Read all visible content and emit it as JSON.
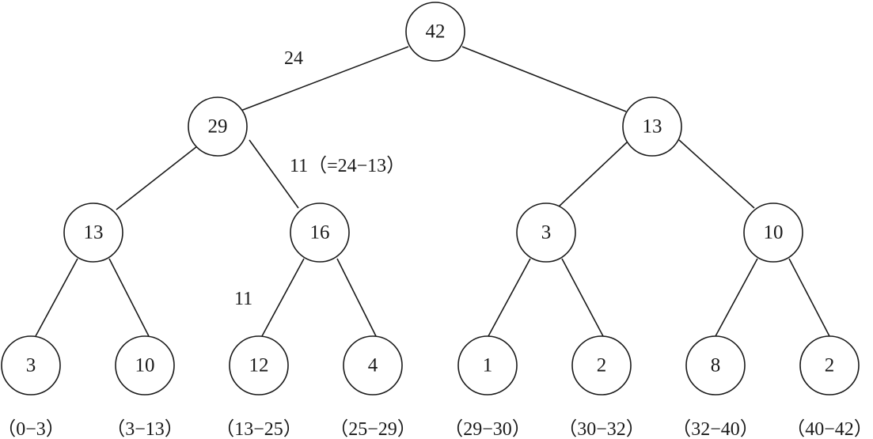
{
  "nodes": {
    "root": "42",
    "l1_left": "29",
    "l1_right": "13",
    "l2_a": "13",
    "l2_b": "16",
    "l2_c": "3",
    "l2_d": "10",
    "leaf_1": "3",
    "leaf_2": "10",
    "leaf_3": "12",
    "leaf_4": "4",
    "leaf_5": "1",
    "leaf_6": "2",
    "leaf_7": "8",
    "leaf_8": "2"
  },
  "annotations": {
    "root_left_edge": "24",
    "left_right_edge": "11（=24−13）",
    "sixteen_left_edge": "11"
  },
  "ranges": [
    "（0−3）",
    "（3−13）",
    "（13−25）",
    "（25−29）",
    "（29−30）",
    "（30−32）",
    "（32−40）",
    "（40−42）"
  ]
}
